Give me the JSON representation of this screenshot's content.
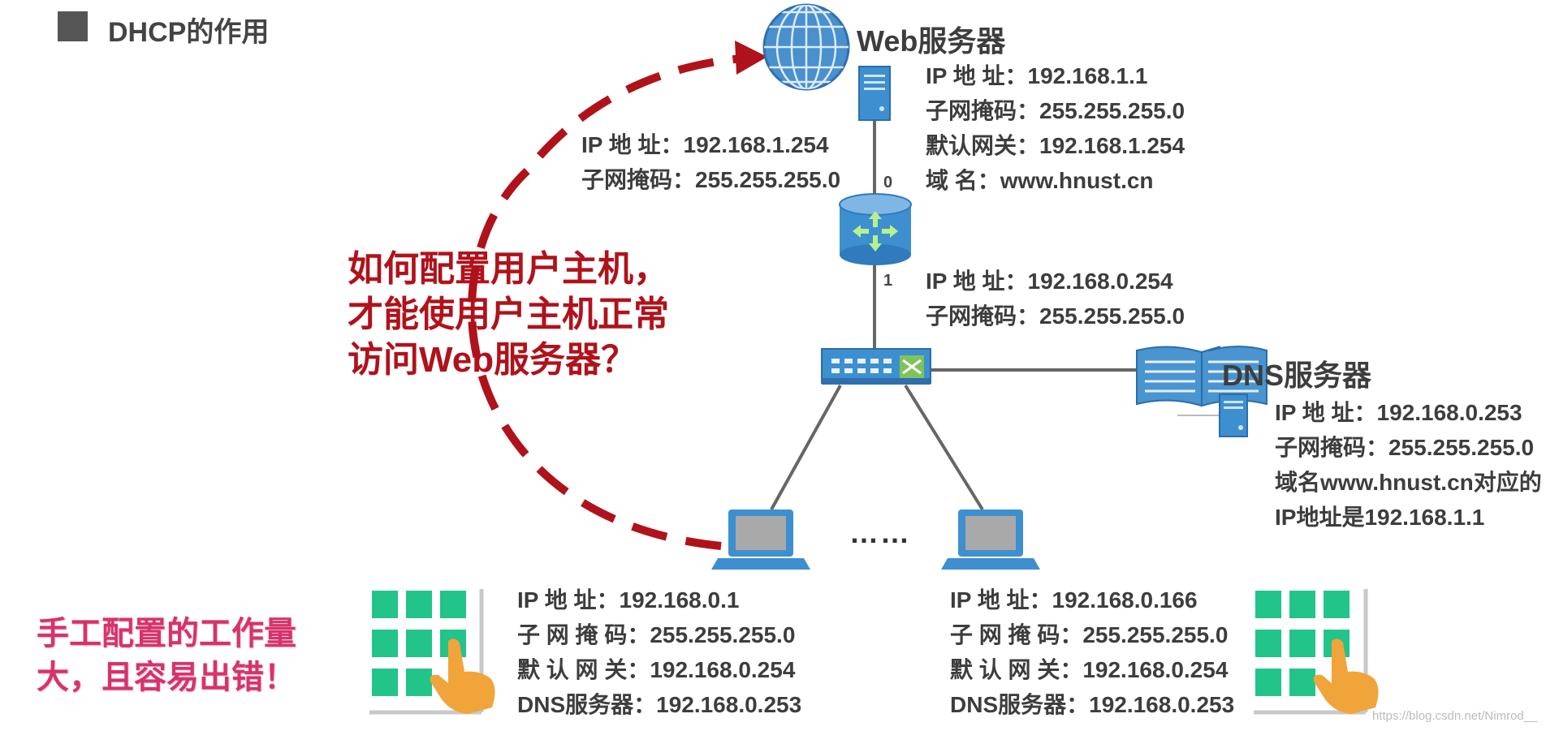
{
  "title": "DHCP的作用",
  "web_server": {
    "name": "Web服务器",
    "lines": [
      "IP 地  址：192.168.1.1",
      "子网掩码：255.255.255.0",
      "默认网关：192.168.1.254",
      "域        名：www.hnust.cn"
    ]
  },
  "router": {
    "port0": "0",
    "port1": "1",
    "port0_lines": [
      "IP 地  址：192.168.1.254",
      "子网掩码：255.255.255.0"
    ],
    "port1_lines": [
      "IP 地  址：192.168.0.254",
      "子网掩码：255.255.255.0"
    ]
  },
  "dns_server": {
    "name": "DNS服务器",
    "lines": [
      "IP 地  址：192.168.0.253",
      "子网掩码：255.255.255.0",
      "域名www.hnust.cn对应的",
      "IP地址是192.168.1.1"
    ]
  },
  "question": [
    "如何配置用户主机，",
    "才能使用户主机正常",
    "访问Web服务器？"
  ],
  "host_left": {
    "lines": [
      "IP  地    址：192.168.0.1",
      "子 网 掩 码：255.255.255.0",
      "默 认 网 关：192.168.0.254",
      "DNS服务器：192.168.0.253"
    ]
  },
  "host_right": {
    "lines": [
      "IP  地    址：192.168.0.166",
      "子 网 掩 码：255.255.255.0",
      "默 认 网 关：192.168.0.254",
      "DNS服务器：192.168.0.253"
    ]
  },
  "ellipsis": "……",
  "warning": [
    "手工配置的工作量",
    "大，且容易出错！"
  ],
  "watermark": "https://blog.csdn.net/Nimrod__",
  "colors": {
    "arrow": "#b0121b",
    "device_blue": "#3e8fcf",
    "grid_green": "#22c48a",
    "hand_orange": "#f0a43a",
    "warning_pink": "#d6336c"
  }
}
